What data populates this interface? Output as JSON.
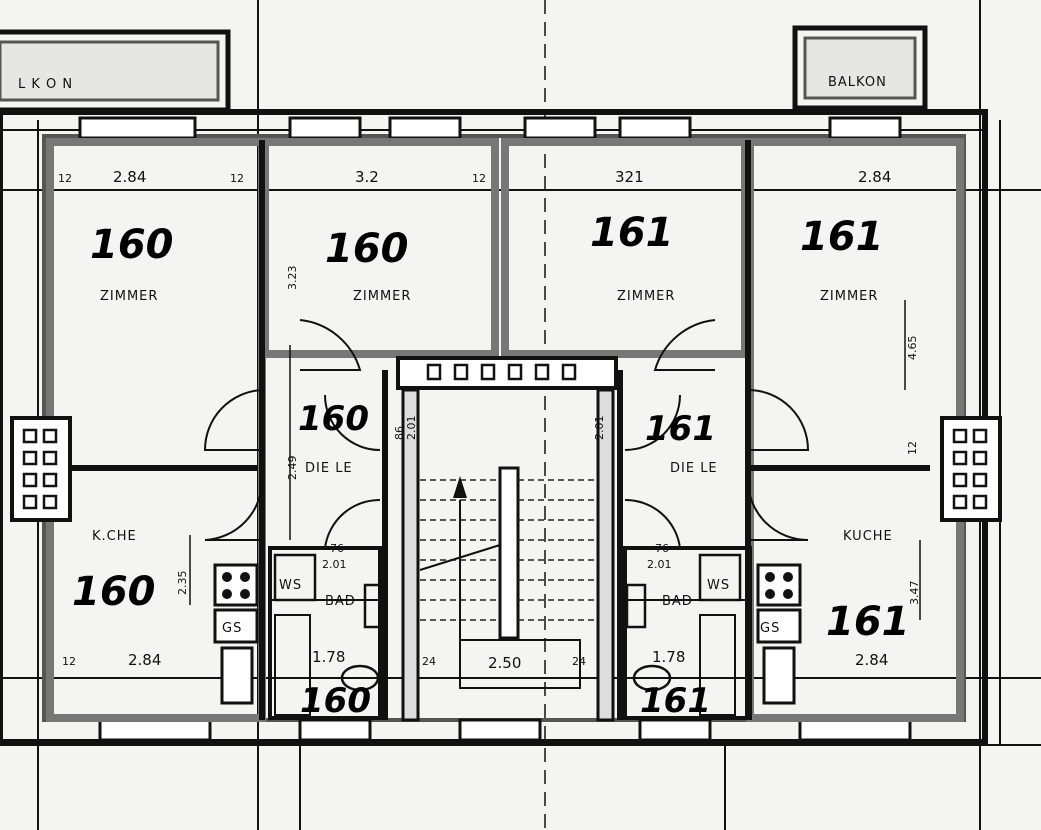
{
  "labels": {
    "balkon_left": "L K O N",
    "balkon_right": "BALKON",
    "zimmer": "ZIMMER",
    "diele": "DIE LE",
    "kuche_left": "K.CHE",
    "kuche_right": "KUCHE",
    "bad": "BAD",
    "ws": "WS",
    "gs": "GS"
  },
  "flat_numbers": {
    "left": "160",
    "right": "161"
  },
  "dimensions": {
    "d_284_top_left": "2.84",
    "d_12_a": "12",
    "d_12_b": "12",
    "d_12_c": "12",
    "d_32_left": "3.2",
    "d_321_right": "321",
    "d_284_top_right": "2.84",
    "d_323": "3.23",
    "d_465": "4.65",
    "d_249": "2.49",
    "d_12_side": "12",
    "d_86": "86",
    "d_201_left": "2.01",
    "d_201_right": "2.01",
    "d_76_left": "76",
    "d_201_bad_left": "2.01",
    "d_76_right": "76",
    "d_201_bad_right": "2.01",
    "d_235": "2.35",
    "d_347": "3.47",
    "d_178_left": "1.78",
    "d_178_right": "1.78",
    "d_12_bl": "12",
    "d_284_bottom_left": "2.84",
    "d_24_l": "24",
    "d_250": "2.50",
    "d_24_r": "24",
    "d_284_bottom_right": "2.84"
  }
}
